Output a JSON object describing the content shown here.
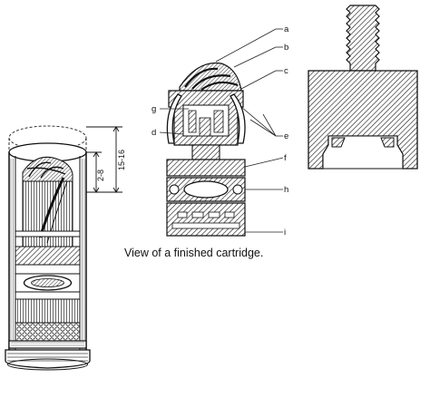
{
  "caption": "View of a finished cartridge.",
  "dimensions": {
    "inner": "2-8",
    "outer": "15-16"
  },
  "callouts": {
    "a": "a",
    "b": "b",
    "c": "c",
    "d": "d",
    "e": "e",
    "f": "f",
    "g": "g",
    "h": "h",
    "i": "i"
  }
}
